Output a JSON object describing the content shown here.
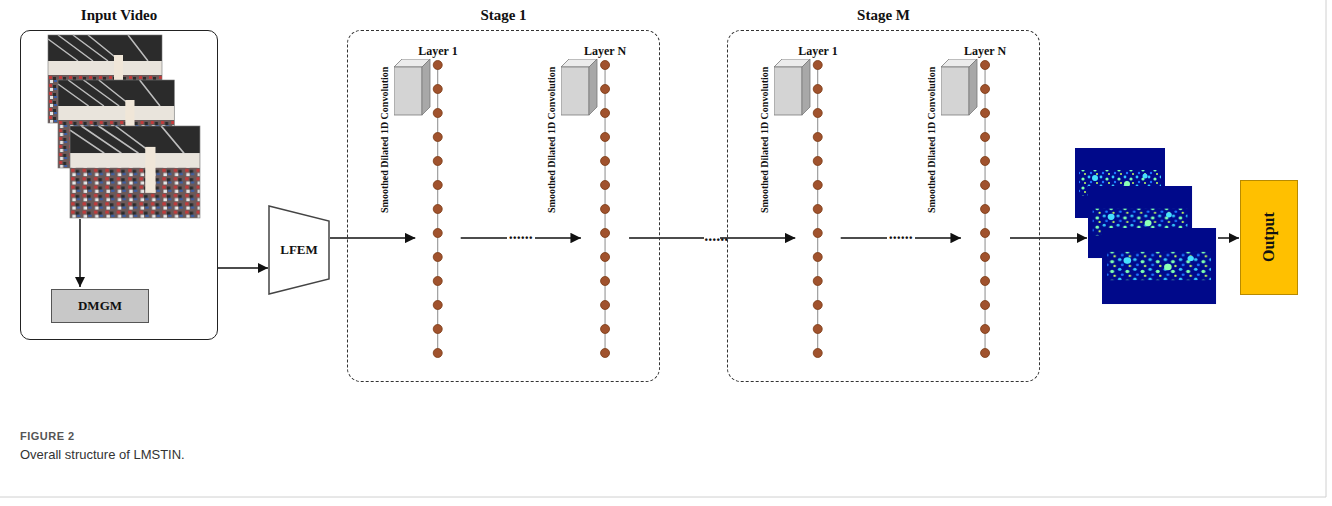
{
  "diagram": {
    "caption": "Overall structure of LMSTIN.",
    "nodes": [
      {
        "text": [
          "Input Video"
        ]
      },
      {
        "text": [
          "DMGM"
        ],
        "in": 0
      },
      {
        "text": [
          "LFEM"
        ]
      },
      {
        "text": [
          "Stage 1"
        ]
      },
      {
        "text": [
          "Smoothed Dilated 1D Convolution"
        ],
        "in": 3
      },
      {
        "text": [
          "Layer 1"
        ],
        "in": 3
      },
      {
        "text": [
          "Smoothed Dilated 1D Convolution"
        ],
        "in": 3
      },
      {
        "text": [
          "Layer N"
        ],
        "in": 3
      },
      {
        "text": [
          "Stage M"
        ]
      },
      {
        "text": [
          "Smoothed Dilated 1D Convolution"
        ],
        "in": 8
      },
      {
        "text": [
          "Layer 1"
        ],
        "in": 8
      },
      {
        "text": [
          "Smoothed Dilated 1D Convolution"
        ],
        "in": 8
      },
      {
        "text": [
          "Layer N"
        ],
        "in": 8
      },
      {
        "text": [
          "Output"
        ]
      }
    ],
    "edges": [
      {
        "from": 0,
        "to": 2,
        "arrow": "to"
      },
      {
        "from": 2,
        "to": 5,
        "arrow": "to"
      },
      {
        "from": 5,
        "to": 7,
        "arrow": "to",
        "label": "......"
      },
      {
        "from": 7,
        "to": 10,
        "arrow": "to",
        "label": "......"
      },
      {
        "from": 10,
        "to": 12,
        "arrow": "to",
        "label": "......"
      }
    ],
    "labels": [
      "FIGURE 2"
    ]
  }
}
